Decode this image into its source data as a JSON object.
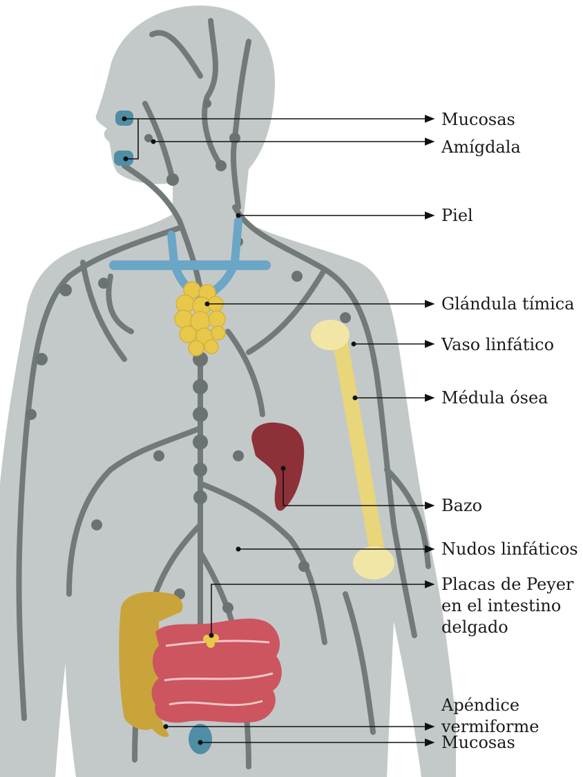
{
  "labels": {
    "mucosas_top": "Mucosas",
    "amigdala": "Amígdala",
    "piel": "Piel",
    "glandula_timica": "Glándula tímica",
    "vaso_linfatico": "Vaso linfático",
    "medula_osea": "Médula ósea",
    "bazo": "Bazo",
    "nudos_linfaticos": "Nudos linfáticos",
    "placas_peyer": "Placas de Peyer\nen el intestino\ndelgado",
    "apendice": "Apéndice\nvermiforme",
    "mucosas_bottom": "Mucosas"
  },
  "colors": {
    "body": "#c3c9c8",
    "vessels": "#727979",
    "mucosa": "#4f8ea5",
    "thymus": "#e8c84a",
    "bone": "#e9d57a",
    "spleen": "#8e3038",
    "intestine": "#cc5560",
    "appendix_colon": "#c9a43a"
  }
}
